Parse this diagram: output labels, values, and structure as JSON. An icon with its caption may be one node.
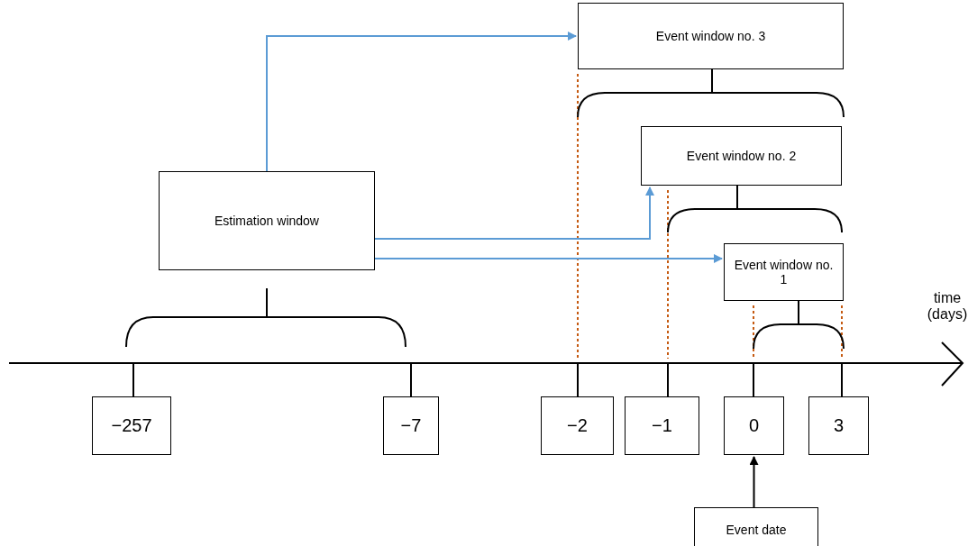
{
  "diagram": {
    "nodes": [
      {
        "text": [
          "Event window no. 3"
        ]
      },
      {
        "text": [
          "Event window no. 2"
        ]
      },
      {
        "text": [
          "Estimation window"
        ]
      },
      {
        "text": [
          "Event window no. 1"
        ]
      },
      {
        "text": [
          "−257"
        ]
      },
      {
        "text": [
          "−7"
        ]
      },
      {
        "text": [
          "−2"
        ]
      },
      {
        "text": [
          "−1"
        ]
      },
      {
        "text": [
          "0"
        ]
      },
      {
        "text": [
          "3"
        ]
      },
      {
        "text": [
          "Event date"
        ]
      }
    ],
    "edges": [
      {
        "from": 2,
        "to": 0,
        "arrow": "to"
      },
      {
        "from": 2,
        "to": 1,
        "arrow": "to"
      },
      {
        "from": 2,
        "to": 3,
        "arrow": "to"
      },
      {
        "from": 10,
        "to": 8,
        "arrow": "to",
        "color": "#000000"
      }
    ],
    "labels": [
      "time (days)"
    ]
  }
}
